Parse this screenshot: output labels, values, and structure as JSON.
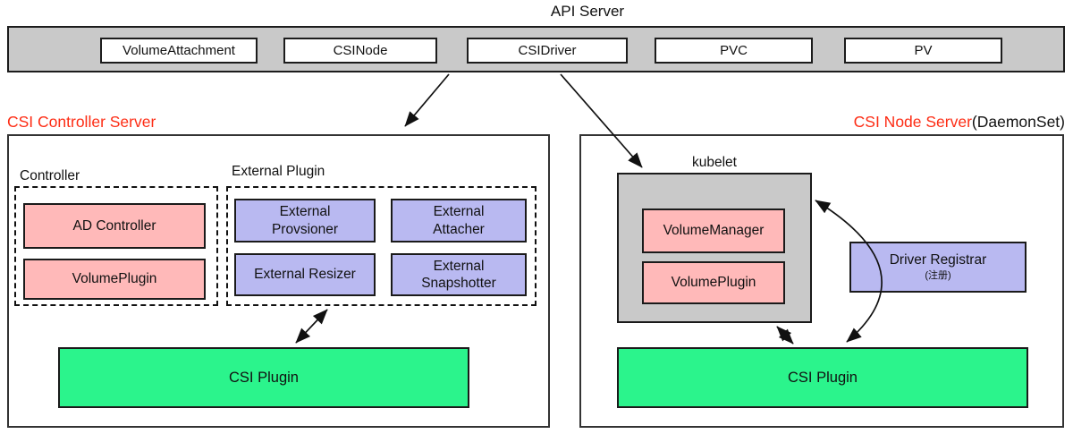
{
  "api_server": {
    "title": "API Server",
    "resources": [
      "VolumeAttachment",
      "CSINode",
      "CSIDriver",
      "PVC",
      "PV"
    ]
  },
  "controller_server": {
    "title": "CSI Controller Server",
    "controller_group": {
      "label": "Controller",
      "items": [
        "AD Controller",
        "VolumePlugin"
      ]
    },
    "external_plugin_group": {
      "label": "External Plugin",
      "items": [
        {
          "line1": "External",
          "line2": "Provsioner"
        },
        {
          "line1": "External",
          "line2": "Attacher"
        },
        {
          "line1": "External Resizer",
          "line2": ""
        },
        {
          "line1": "External",
          "line2": "Snapshotter"
        }
      ]
    },
    "csi_plugin": "CSI Plugin"
  },
  "node_server": {
    "title_red": "CSI Node Server",
    "title_black": "(DaemonSet)",
    "kubelet": {
      "label": "kubelet",
      "items": [
        "VolumeManager",
        "VolumePlugin"
      ]
    },
    "driver_registrar": {
      "line1": "Driver Registrar",
      "line2": "(注册)"
    },
    "csi_plugin": "CSI Plugin"
  },
  "colors": {
    "bar_gray": "#c9c9c9",
    "box_pink": "#ffb9b9",
    "box_purple": "#b9b9f1",
    "box_green": "#2bf48c",
    "title_red": "#fd2c14",
    "line_black": "#111111"
  }
}
